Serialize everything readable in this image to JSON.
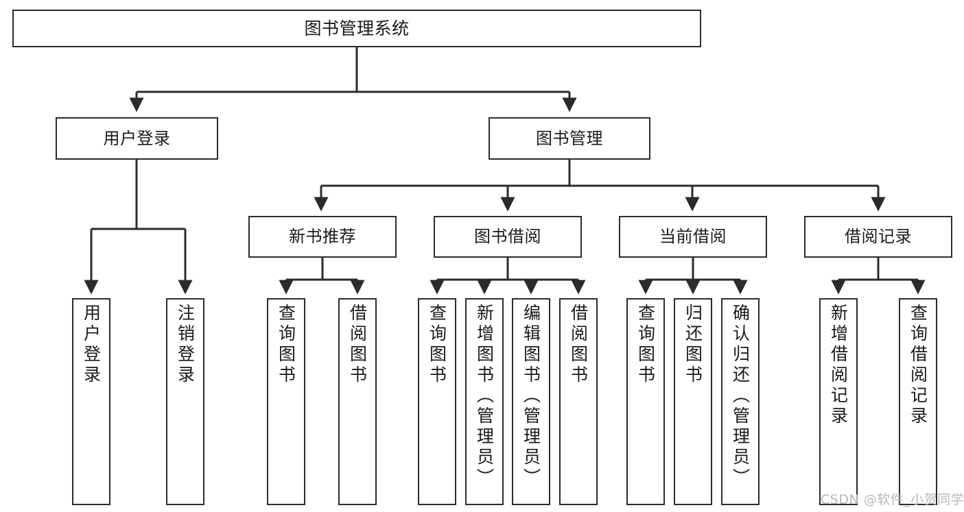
{
  "diagram": {
    "type": "tree-hierarchy",
    "title": "图书管理系统",
    "watermark": "CSDN @软件_小贺同学",
    "colors": {
      "box_border": "#2b2b2b",
      "box_fill": "#ffffff",
      "edge": "#2b2b2b",
      "text": "#1a1a1a",
      "watermark": "#b8b8b8",
      "background": "#ffffff"
    },
    "root": {
      "label": "图书管理系统"
    },
    "level2": [
      {
        "label": "用户登录"
      },
      {
        "label": "图书管理"
      }
    ],
    "level3": [
      {
        "label": "新书推荐"
      },
      {
        "label": "图书借阅"
      },
      {
        "label": "当前借阅"
      },
      {
        "label": "借阅记录"
      }
    ],
    "leaves": {
      "user_login": [
        {
          "label": "用户登录"
        },
        {
          "label": "注销登录"
        }
      ],
      "new_book_recommend": [
        {
          "label": "查询图书"
        },
        {
          "label": "借阅图书"
        }
      ],
      "book_borrow": [
        {
          "label": "查询图书"
        },
        {
          "label": "新增图书（管理员）"
        },
        {
          "label": "编辑图书（管理员）"
        },
        {
          "label": "借阅图书"
        }
      ],
      "current_borrow": [
        {
          "label": "查询图书"
        },
        {
          "label": "归还图书"
        },
        {
          "label": "确认归还（管理员）"
        }
      ],
      "borrow_records": [
        {
          "label": "新增借阅记录"
        },
        {
          "label": "查询借阅记录"
        }
      ]
    }
  }
}
